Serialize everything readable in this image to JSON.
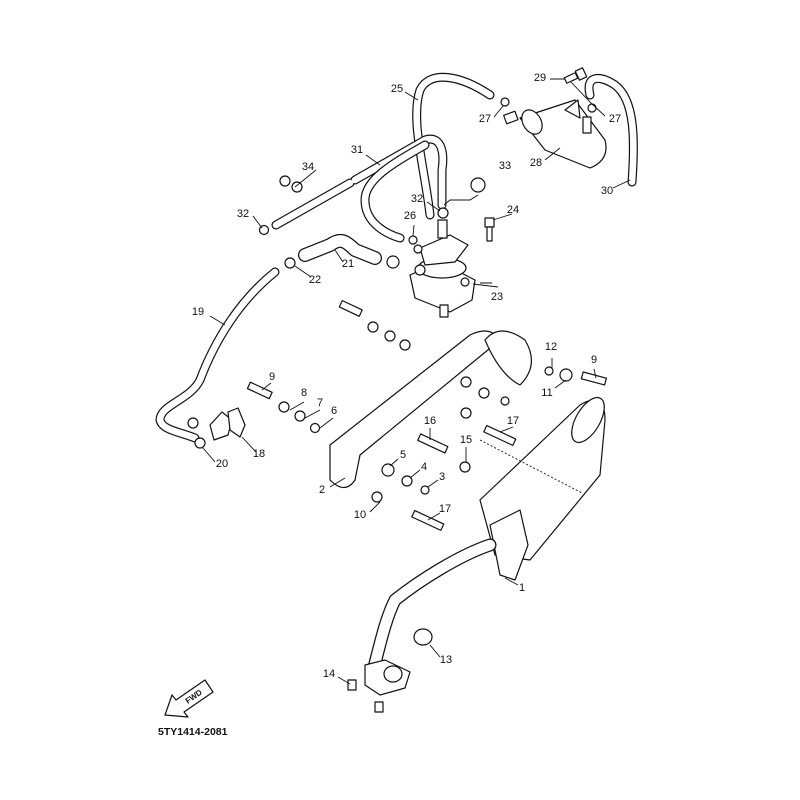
{
  "diagram": {
    "code": "5TY1414-2081",
    "fwd_label": "FWD",
    "callouts": [
      "1",
      "2",
      "3",
      "4",
      "5",
      "6",
      "7",
      "8",
      "9",
      "9",
      "10",
      "11",
      "12",
      "13",
      "14",
      "15",
      "16",
      "17",
      "17",
      "18",
      "19",
      "20",
      "21",
      "22",
      "23",
      "24",
      "25",
      "26",
      "27",
      "27",
      "28",
      "29",
      "30",
      "31",
      "32",
      "32",
      "33",
      "34"
    ]
  }
}
